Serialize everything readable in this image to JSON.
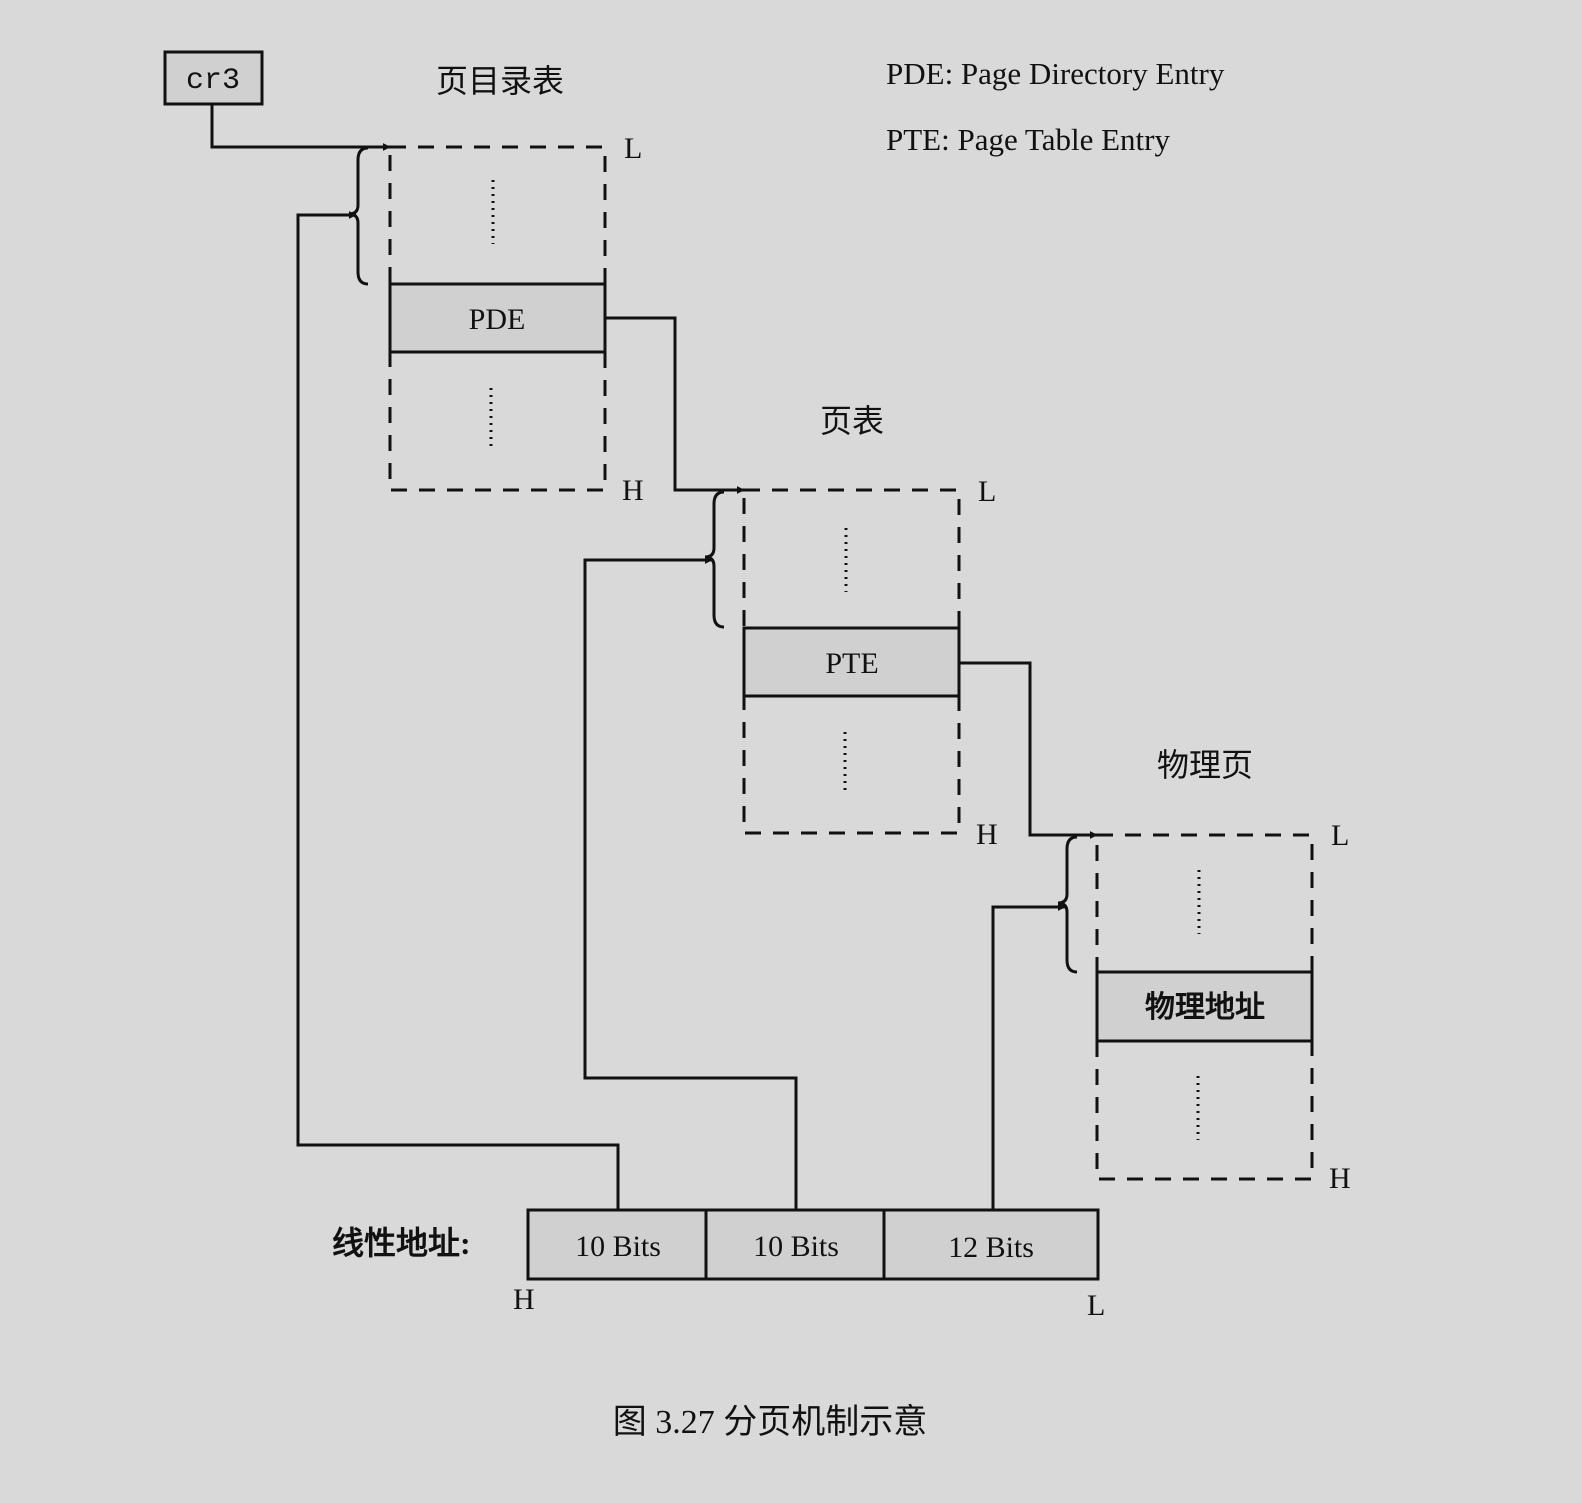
{
  "register": {
    "label": "cr3"
  },
  "legend": {
    "pde": "PDE: Page Directory Entry",
    "pte": "PTE: Page Table Entry"
  },
  "tables": {
    "page_directory": {
      "title": "页目录表",
      "entry": "PDE",
      "low": "L",
      "high": "H"
    },
    "page_table": {
      "title": "页表",
      "entry": "PTE",
      "low": "L",
      "high": "H"
    },
    "physical_page": {
      "title": "物理页",
      "entry": "物理地址",
      "low": "L",
      "high": "H"
    }
  },
  "linear_address": {
    "label": "线性地址:",
    "fields": [
      "10 Bits",
      "10 Bits",
      "12 Bits"
    ],
    "high": "H",
    "low": "L"
  },
  "caption": "图 3.27 分页机制示意"
}
